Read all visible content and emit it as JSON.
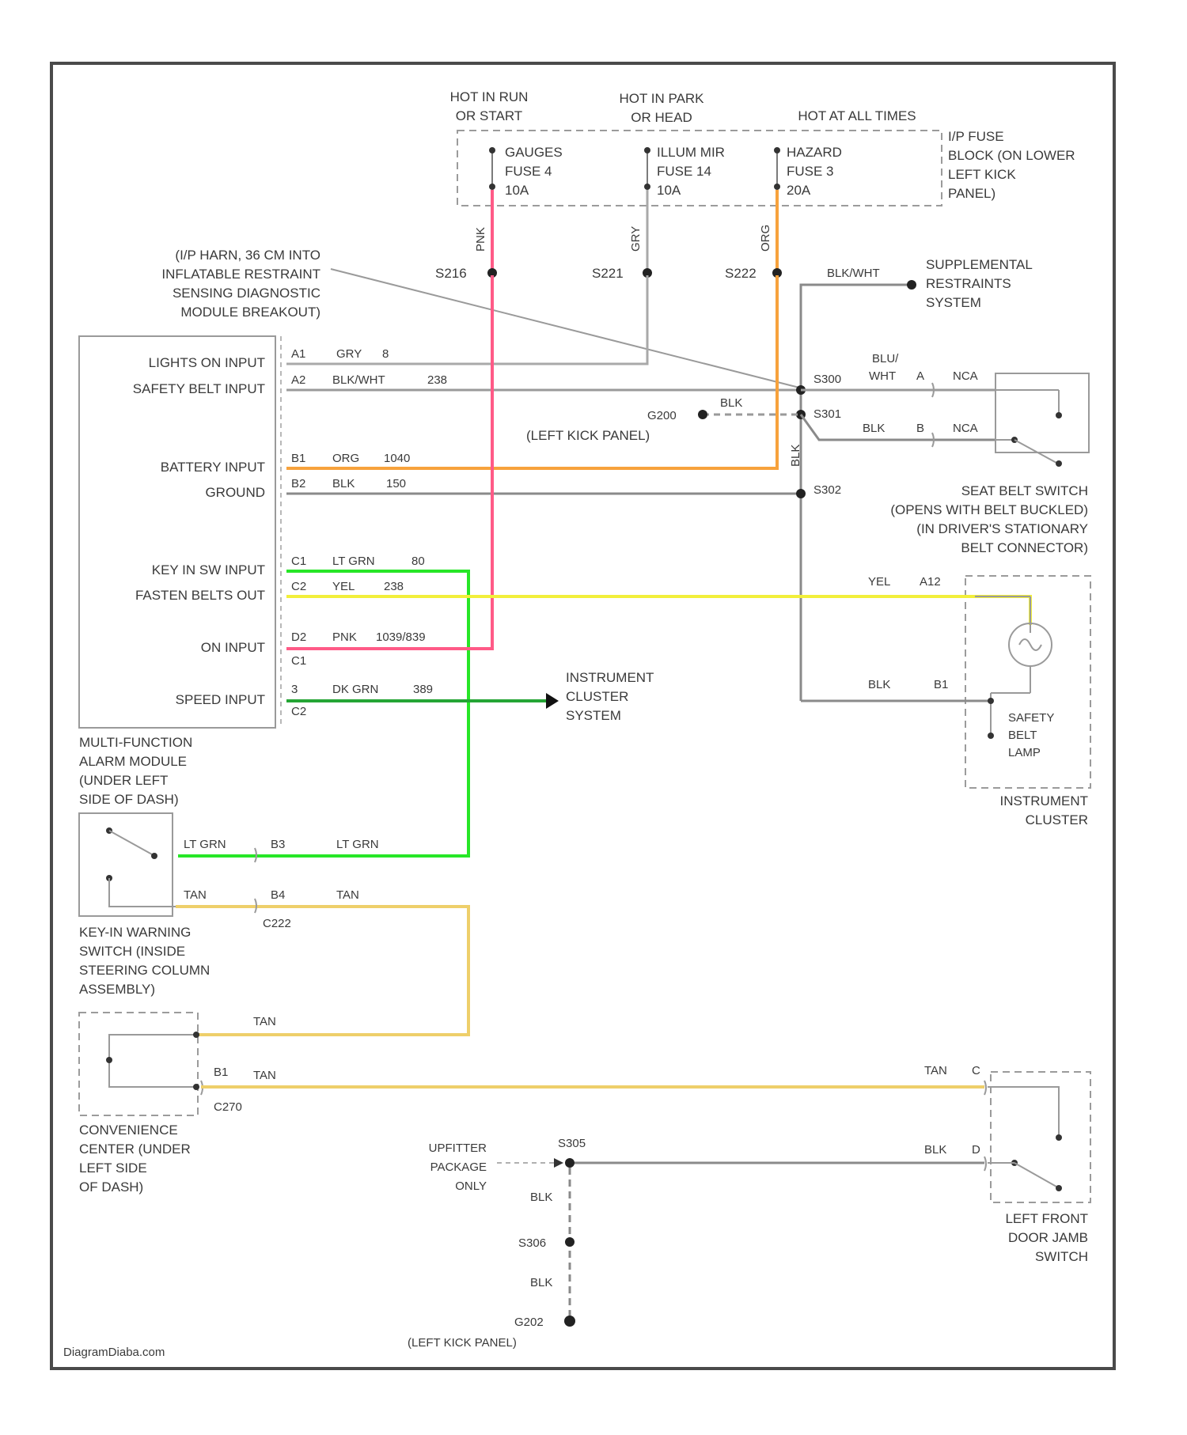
{
  "fuses": {
    "header_run": [
      "HOT IN RUN",
      "OR START"
    ],
    "header_park": [
      "HOT IN PARK",
      "OR HEAD"
    ],
    "header_all": "HOT AT ALL TIMES",
    "gauges": [
      "GAUGES",
      "FUSE 4",
      "10A"
    ],
    "illum": [
      "ILLUM MIR",
      "FUSE 14",
      "10A"
    ],
    "hazard": [
      "HAZARD",
      "FUSE 3",
      "20A"
    ],
    "block": [
      "I/P FUSE",
      "BLOCK (ON LOWER",
      "LEFT KICK",
      "PANEL)"
    ],
    "wire_pnk": "PNK",
    "wire_gry": "GRY",
    "wire_org": "ORG",
    "splice_1": "S216",
    "splice_2": "S221",
    "splice_3": "S222"
  },
  "note_ip": [
    "(I/P HARN, 36 CM INTO",
    "INFLATABLE RESTRAINT",
    "SENSING DIAGNOSTIC",
    "MODULE BREAKOUT)"
  ],
  "srs": {
    "wire": "BLK/WHT",
    "label": [
      "SUPPLEMENTAL",
      "RESTRAINTS",
      "SYSTEM"
    ]
  },
  "module": {
    "inputs": [
      "LIGHTS ON INPUT",
      "SAFETY BELT INPUT",
      "BATTERY INPUT",
      "GROUND",
      "KEY IN SW INPUT",
      "FASTEN BELTS OUT",
      "ON INPUT",
      "SPEED INPUT"
    ],
    "caption": [
      "MULTI-FUNCTION",
      "ALARM MODULE",
      "(UNDER LEFT",
      "SIDE OF DASH)"
    ]
  },
  "wires": {
    "a1": [
      "A1",
      "GRY",
      "8"
    ],
    "a2": [
      "A2",
      "BLK/WHT",
      "238"
    ],
    "b1": [
      "B1",
      "ORG",
      "1040"
    ],
    "b2": [
      "B2",
      "BLK",
      "150"
    ],
    "c1": [
      "C1",
      "LT GRN",
      "80"
    ],
    "c2": [
      "C2",
      "YEL",
      "238"
    ],
    "d2": [
      "D2",
      "PNK",
      "1039/839"
    ],
    "c1b": "C1",
    "d3": [
      "3",
      "DK GRN",
      "389"
    ],
    "c2b": "C2"
  },
  "belt": {
    "s300": "S300",
    "s301": "S301",
    "s302": "S302",
    "wire_bluwht": [
      "BLU/",
      "WHT"
    ],
    "pin_a": "A",
    "pin_b": "B",
    "nca": "NCA",
    "blk": "BLK",
    "g200": "G200",
    "left_kick": "(LEFT KICK PANEL)",
    "switch": [
      "SEAT BELT SWITCH",
      "(OPENS WITH BELT BUCKLED)",
      "(IN DRIVER'S STATIONARY",
      "BELT CONNECTOR)"
    ]
  },
  "cluster": {
    "yel": "YEL",
    "a12": "A12",
    "blk": "BLK",
    "b1": "B1",
    "lamp": [
      "SAFETY",
      "BELT",
      "LAMP"
    ],
    "caption": [
      "INSTRUMENT",
      "CLUSTER"
    ],
    "system": [
      "INSTRUMENT",
      "CLUSTER",
      "SYSTEM"
    ]
  },
  "keysw": {
    "ltgrn": "LT GRN",
    "tan": "TAN",
    "b3": "B3",
    "b4": "B4",
    "c222": "C222",
    "caption": [
      "KEY-IN WARNING",
      "SWITCH (INSIDE",
      "STEERING COLUMN",
      "ASSEMBLY)"
    ]
  },
  "conv": {
    "tan": "TAN",
    "b1": "B1",
    "c270": "C270",
    "caption": [
      "CONVENIENCE",
      "CENTER (UNDER",
      "LEFT SIDE",
      "OF DASH)"
    ]
  },
  "door": {
    "tan": "TAN",
    "pin_c": "C",
    "blk": "BLK",
    "pin_d": "D",
    "upfitter": [
      "UPFITTER",
      "PACKAGE",
      "ONLY"
    ],
    "s305": "S305",
    "s306": "S306",
    "g202": "G202",
    "left_kick": "(LEFT KICK PANEL)",
    "blk1": "BLK",
    "blk2": "BLK",
    "caption": [
      "LEFT FRONT",
      "DOOR JAMB",
      "SWITCH"
    ]
  },
  "watermark": "DiagramDiaba.com",
  "colors": {
    "frame": "#4a4a4a",
    "gray_wire": "#a9a9a9",
    "pink": "#ff5a87",
    "orange": "#f7a23c",
    "green": "#27e627",
    "dk_green": "#25a535",
    "yellow": "#f2ef3a",
    "tan": "#eecf6a"
  }
}
